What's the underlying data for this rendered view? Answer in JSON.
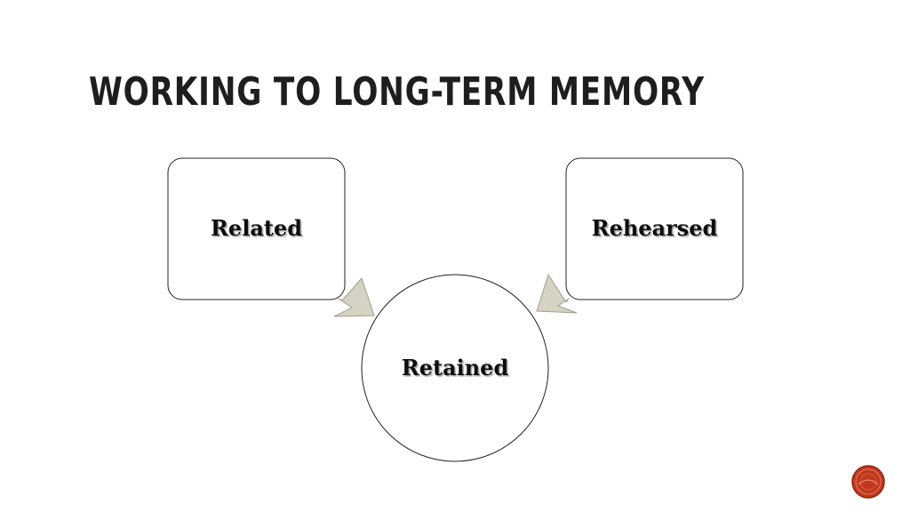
{
  "slide": {
    "title": "Working to Long-Term Memory"
  },
  "diagram": {
    "boxes": [
      {
        "id": "related",
        "label": "Related"
      },
      {
        "id": "rehearsed",
        "label": "Rehearsed"
      }
    ],
    "center": {
      "label": "Retained"
    },
    "colors": {
      "shape_fill": "#ffffff",
      "shape_stroke": "#222222",
      "arrow_fill": "#d6d2c4",
      "arrow_stroke": "#a39e8f"
    }
  },
  "navigation": {
    "icon": "action-button-icon",
    "color": "#c0391e"
  }
}
